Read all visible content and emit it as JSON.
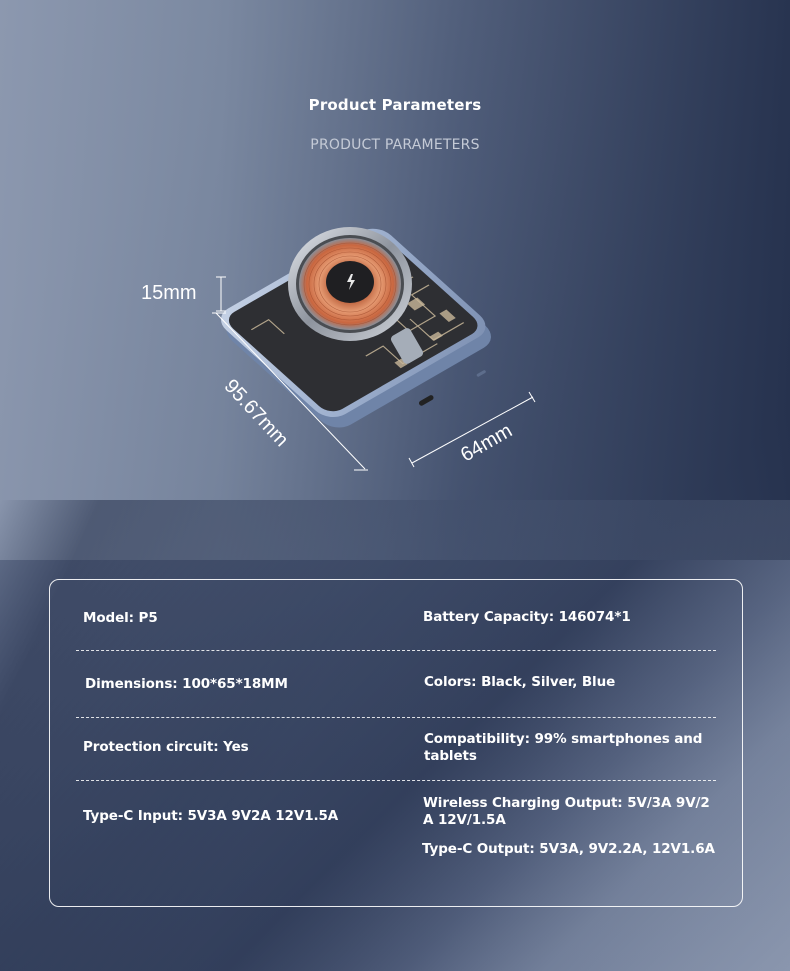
{
  "header": {
    "title": "Product Parameters",
    "subtitle": "PRODUCT PARAMETERS"
  },
  "product_image": {
    "description": "Transparent magnetic wireless power bank with copper coil and visible circuit board",
    "dimensions": {
      "thickness": "15mm",
      "length": "95.67mm",
      "width": "64mm"
    },
    "colors": {
      "shell": "#a8b8d4",
      "face": "#2e2f33",
      "coil": "#d9825a",
      "center": "#1f1f22",
      "circuit": "#c9b89a"
    }
  },
  "specs": {
    "rows": [
      {
        "left": "Model: P5",
        "right": "Battery Capacity: 146074*1"
      },
      {
        "left": "Dimensions: 100*65*18MM",
        "right": "Colors: Black, Silver, Blue"
      },
      {
        "left": "Protection circuit: Yes",
        "right": "Compatibility: 99% smartphones and tablets"
      },
      {
        "left": "Type-C Input: 5V3A 9V2A 12V1.5A",
        "right": "Wireless Charging Output: 5V/3A 9V/2A 12V/1.5A"
      }
    ],
    "extra_right": "Type-C Output: 5V3A, 9V2.2A, 12V1.6A"
  },
  "theme": {
    "text": "#ffffff",
    "subtitle_text": "#c4cad6",
    "card_border": "#ffffff",
    "bg_light": "#8b97ae",
    "bg_dark": "#26324e"
  }
}
